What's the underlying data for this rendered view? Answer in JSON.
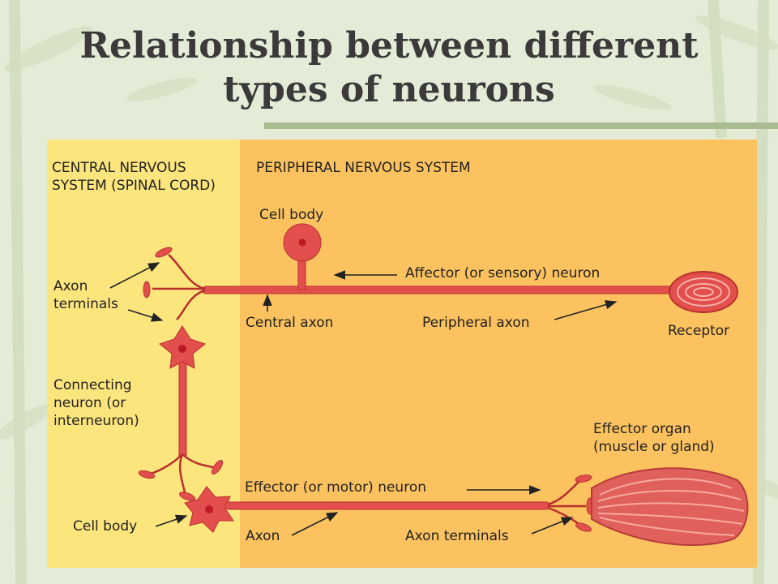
{
  "title": {
    "line1": "Relationship between different",
    "line2": "types of neurons"
  },
  "colors": {
    "cns_region": "#fce57d",
    "pns_region": "#fbc25f",
    "neuron_fill": "#e24f4d",
    "neuron_stroke": "#b8302e",
    "nucleus": "#bd1a26",
    "muscle": "#e0605c"
  },
  "regions": {
    "cns": {
      "line1": "CENTRAL NERVOUS",
      "line2": "SYSTEM (SPINAL CORD)"
    },
    "pns": "PERIPHERAL NERVOUS SYSTEM"
  },
  "labels": {
    "cell_body_top": "Cell body",
    "affector_neuron": "Affector (or sensory) neuron",
    "axon_terminals_left": {
      "line1": "Axon",
      "line2": "terminals"
    },
    "central_axon": "Central axon",
    "peripheral_axon": "Peripheral axon",
    "receptor": "Receptor",
    "connecting_neuron": {
      "line1": "Connecting",
      "line2": "neuron (or",
      "line3": "interneuron)"
    },
    "effector_organ": {
      "line1": "Effector organ",
      "line2": "(muscle or gland)"
    },
    "effector_neuron": "Effector (or motor) neuron",
    "cell_body_bottom": "Cell body",
    "axon": "Axon",
    "axon_terminals_bottom": "Axon terminals"
  }
}
